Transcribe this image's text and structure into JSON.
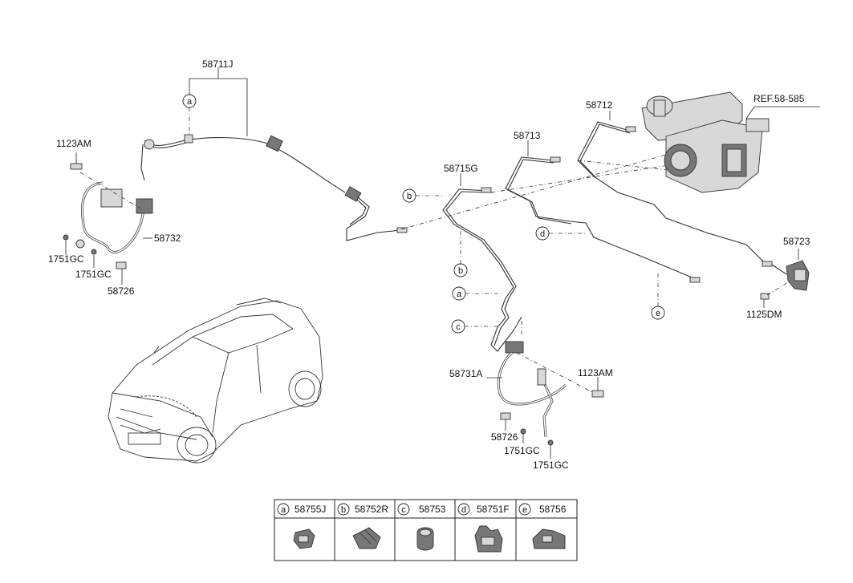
{
  "labels": {
    "l_58711J": "58711J",
    "l_1123AM_a": "1123AM",
    "l_58732": "58732",
    "l_1751GC_a": "1751GC",
    "l_1751GC_b": "1751GC",
    "l_58726_a": "58726",
    "l_58712": "58712",
    "l_REF": "REF.58-585",
    "l_58713": "58713",
    "l_58715G": "58715G",
    "l_58723": "58723",
    "l_1125DM": "1125DM",
    "l_58731A": "58731A",
    "l_1123AM_b": "1123AM",
    "l_58726_b": "58726",
    "l_1751GC_c": "1751GC",
    "l_1751GC_d": "1751GC"
  },
  "callouts": {
    "a": "a",
    "b": "b",
    "c": "c",
    "d": "d",
    "e": "e"
  },
  "legend": [
    {
      "letter": "a",
      "part": "58755J"
    },
    {
      "letter": "b",
      "part": "58752R"
    },
    {
      "letter": "c",
      "part": "58753"
    },
    {
      "letter": "d",
      "part": "58751F"
    },
    {
      "letter": "e",
      "part": "58756"
    }
  ]
}
